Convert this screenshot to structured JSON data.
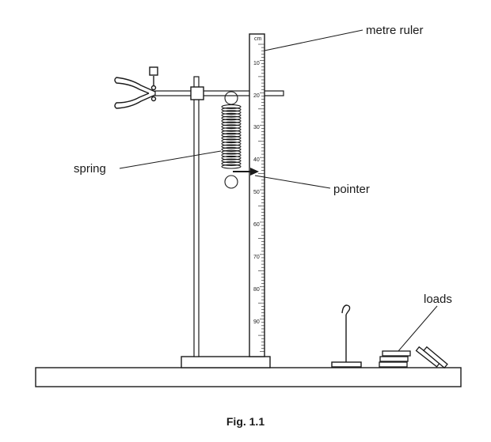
{
  "figure": {
    "caption": "Fig. 1.1",
    "labels": {
      "metre_ruler": "metre ruler",
      "spring": "spring",
      "pointer": "pointer",
      "loads": "loads"
    },
    "ruler": {
      "unit": "cm",
      "tick_labels": [
        "10",
        "20",
        "30",
        "40",
        "50",
        "60",
        "70",
        "80",
        "90"
      ]
    }
  }
}
